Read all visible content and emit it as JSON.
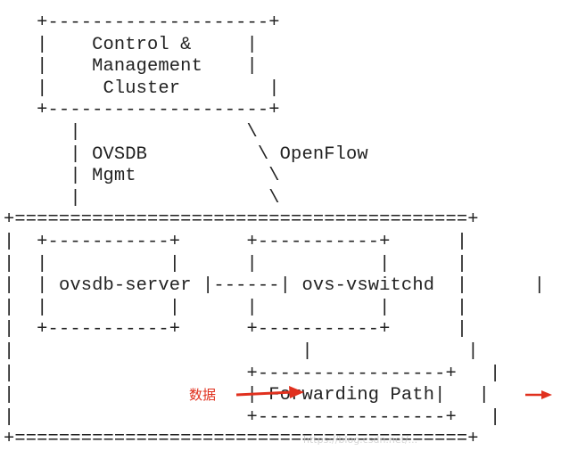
{
  "diagram": {
    "lines": [
      "   +--------------------+",
      "   |     Control &      |",
      "   |     Management     |",
      "   |      Cluster       |",
      "   +--------------------+",
      "       |             \\",
      "       | OVSDB        \\ OpenFlow",
      "       | Mgmt          \\",
      "       |                \\",
      "+=======================================+",
      "|  +-----------+       +-----------+   |",
      "|  |           |       |           |   |",
      "|  | ovsdb-server |-------| ovs-vswitchd |   |",
      "|  |           |       |           |   |",
      "|  +-----------+       +-----------+   |",
      "|                            |           |",
      "|                    +----------------+  |",
      "|                    | Forwarding Path|  |",
      "|                    +----------------+  |",
      "+=======================================+"
    ],
    "nodes": {
      "control_cluster": [
        "Control &",
        "Management",
        "Cluster"
      ],
      "ovsdb_server": "ovsdb-server",
      "ovs_vswitchd": "ovs-vswitchd",
      "forwarding_path": "Forwarding Path"
    },
    "edge_labels": {
      "ovsdb_mgmt": [
        "OVSDB",
        "Mgmt"
      ],
      "openflow": "OpenFlow"
    },
    "annotation": {
      "data_label": "数据",
      "arrow_color": "#e0301e"
    },
    "watermark": "https://blog.csdn.net/..."
  }
}
